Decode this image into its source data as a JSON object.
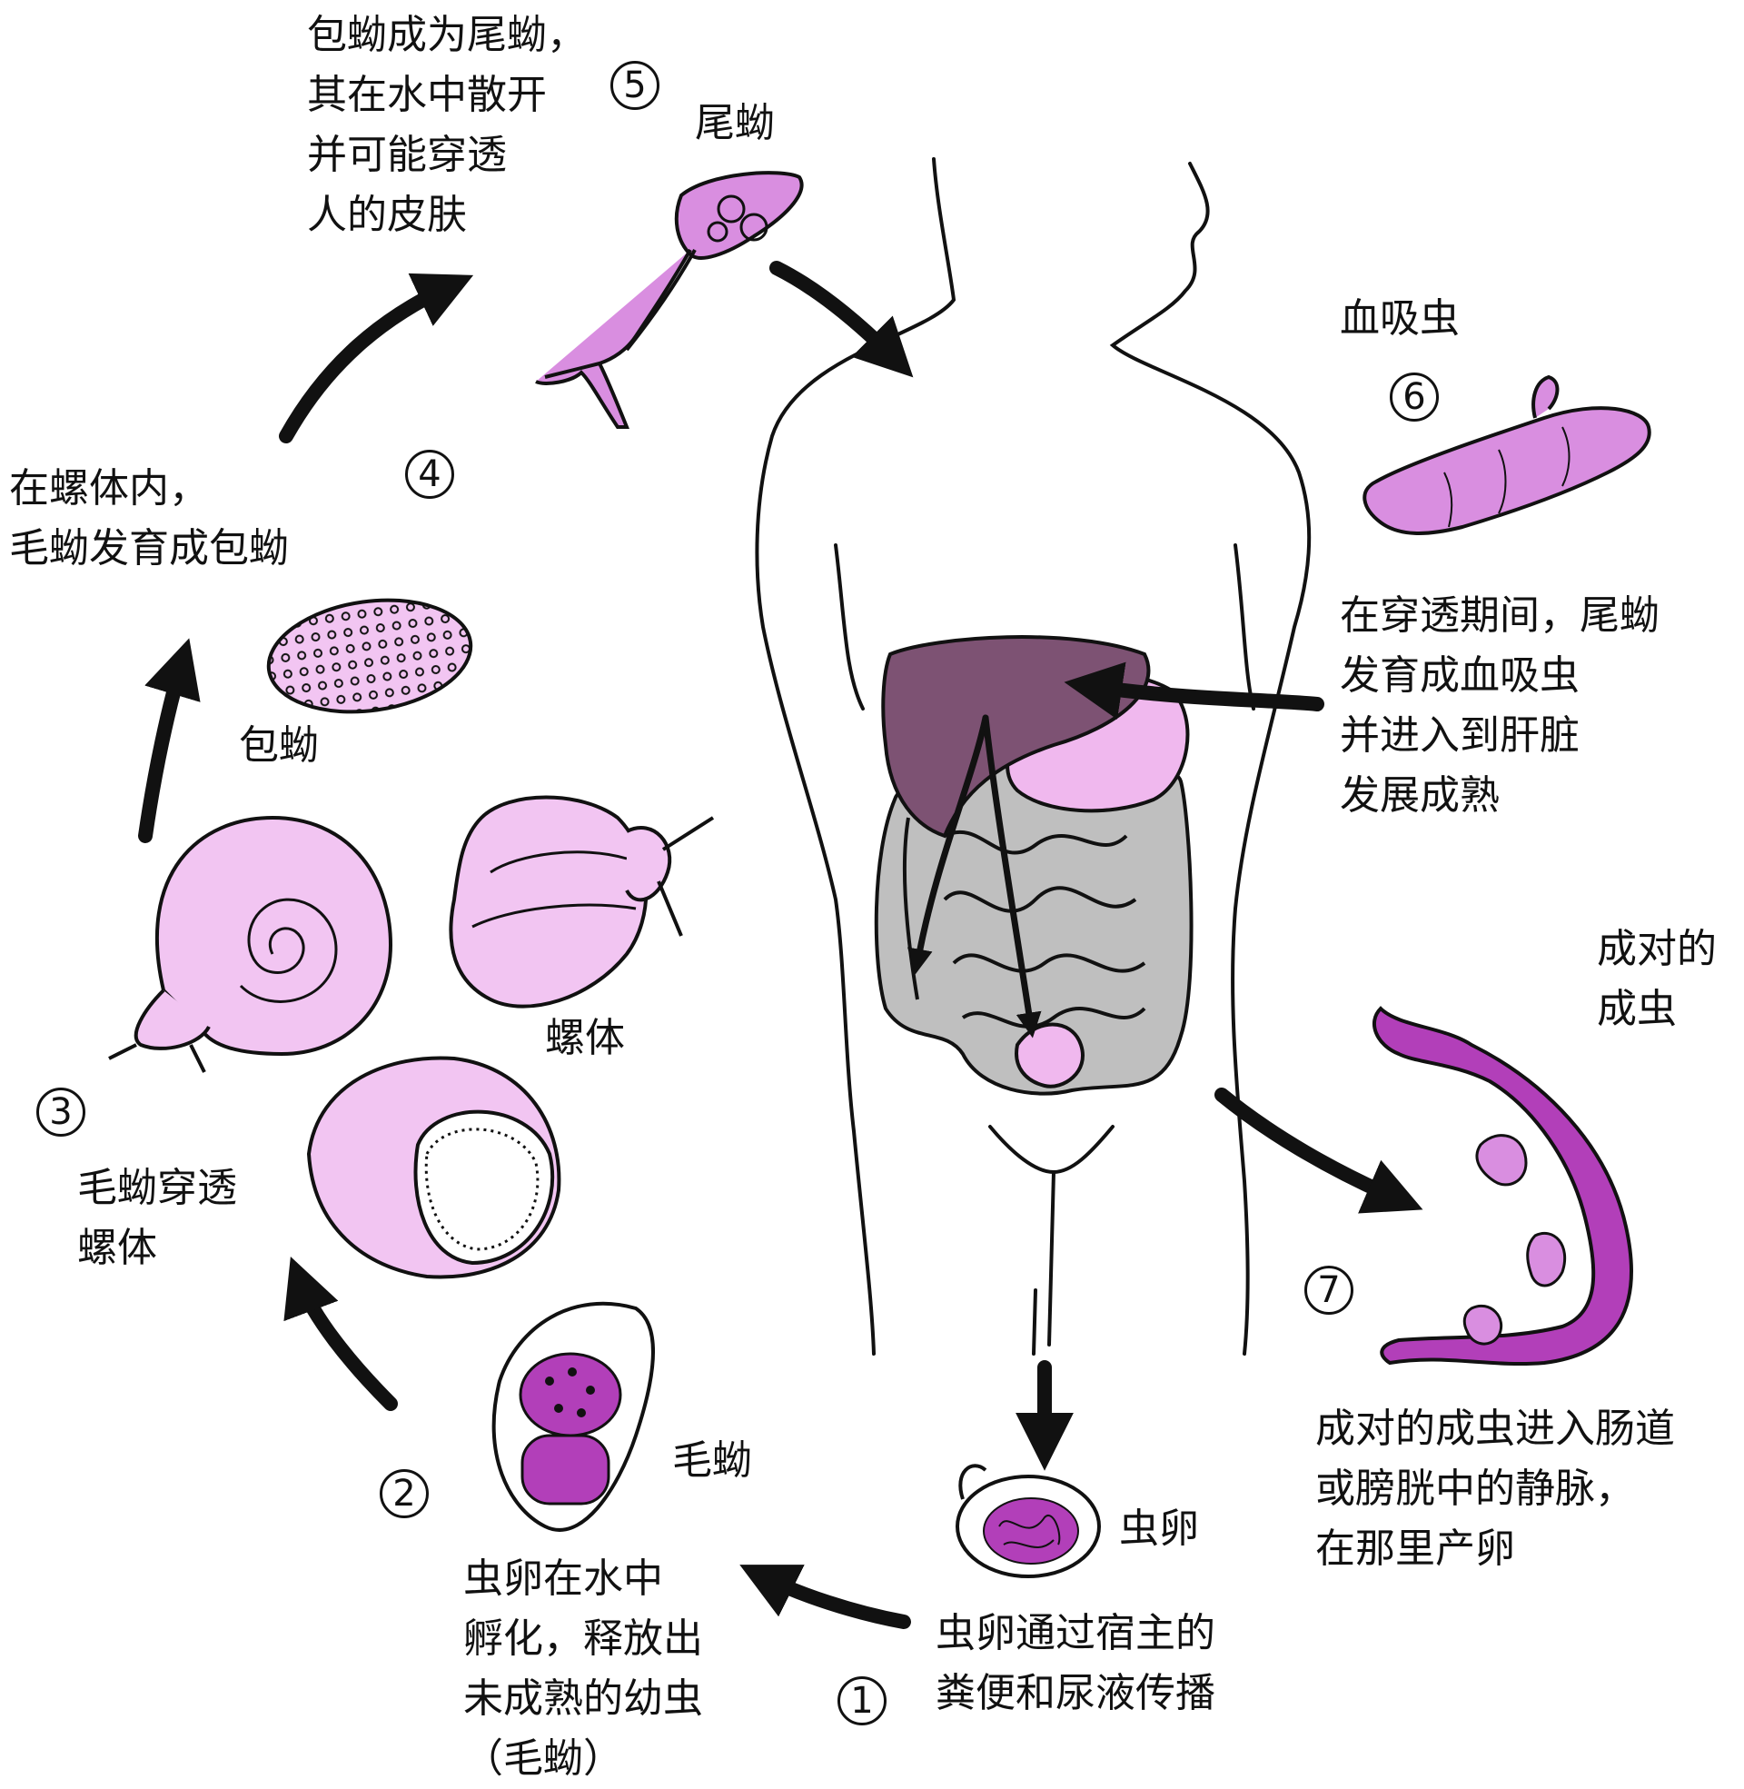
{
  "colors": {
    "stroke": "#111111",
    "parasite": "#d98ee0",
    "parasite_dark": "#b23fb9",
    "snail": "#f2c5f2",
    "liver": "#7d5273",
    "stomach": "#f0b8ee",
    "intestine": "#bfbfbf"
  },
  "steps": [
    {
      "number": "1",
      "text": "虫卵通过宿主的\n粪便和尿液传播"
    },
    {
      "number": "2",
      "text": "虫卵在水中\n孵化，释放出\n未成熟的幼虫\n（毛蚴）"
    },
    {
      "number": "3",
      "text": "毛蚴穿透\n螺体"
    },
    {
      "number": "4",
      "text": "在螺体内，\n毛蚴发育成包蚴"
    },
    {
      "number": "5",
      "text": "包蚴成为尾蚴，\n其在水中散开\n并可能穿透\n人的皮肤"
    },
    {
      "number": "6",
      "text": "在穿透期间，尾蚴\n发育成血吸虫\n并进入到肝脏\n发展成熟"
    },
    {
      "number": "7",
      "text": "成对的成虫进入肠道\n或膀胱中的静脉，\n在那里产卵"
    }
  ],
  "stage_labels": {
    "egg": "虫卵",
    "miracidium": "毛蚴",
    "snail": "螺体",
    "sporocyst": "包蚴",
    "cercaria": "尾蚴",
    "schistosomulum": "血吸虫",
    "adult_pair": "成对的\n成虫"
  }
}
